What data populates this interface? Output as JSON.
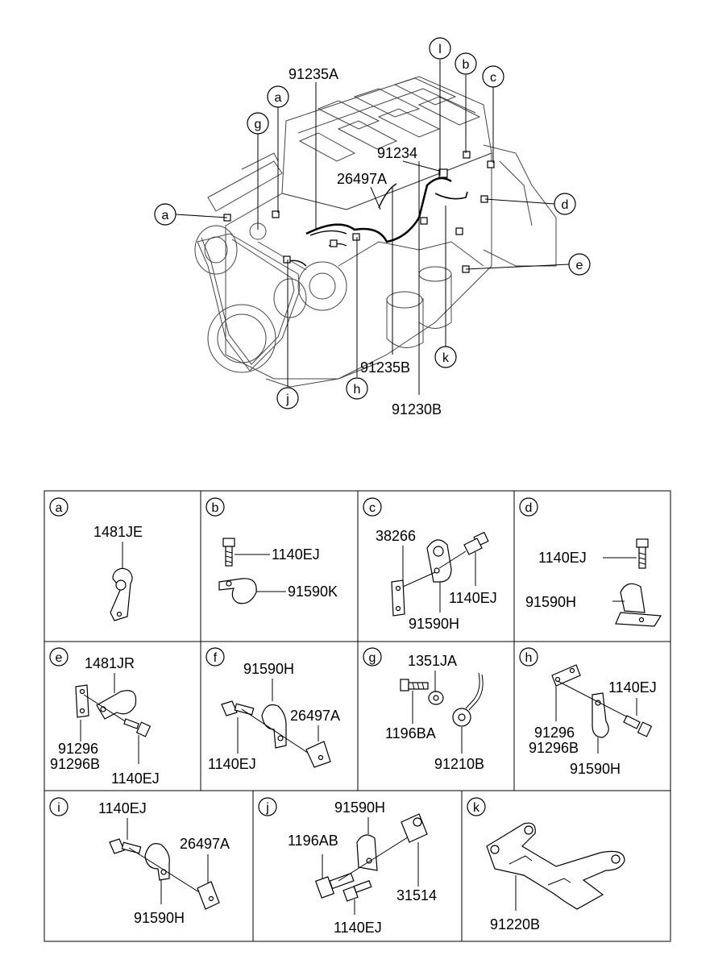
{
  "engine_callouts": {
    "l": "l",
    "b": "b",
    "c": "c",
    "a_top": "a",
    "g": "g",
    "a_left": "a",
    "d": "d",
    "e": "e",
    "k": "k",
    "j": "j",
    "h": "h"
  },
  "engine_labels": {
    "p91235A": "91235A",
    "p91234": "91234",
    "p26497A": "26497A",
    "p91235B": "91235B",
    "p91230B": "91230B"
  },
  "cells": {
    "a": {
      "letter": "a",
      "labels": [
        "1481JE"
      ]
    },
    "b": {
      "letter": "b",
      "labels": [
        "1140EJ",
        "91590K"
      ]
    },
    "c": {
      "letter": "c",
      "labels": [
        "38266",
        "1140EJ",
        "91590H"
      ]
    },
    "d": {
      "letter": "d",
      "labels": [
        "1140EJ",
        "91590H"
      ]
    },
    "e": {
      "letter": "e",
      "labels": [
        "1481JR",
        "91296",
        "91296B",
        "1140EJ"
      ]
    },
    "f": {
      "letter": "f",
      "labels": [
        "91590H",
        "26497A",
        "1140EJ"
      ]
    },
    "g": {
      "letter": "g",
      "labels": [
        "1351JA",
        "1196BA",
        "91210B"
      ]
    },
    "h": {
      "letter": "h",
      "labels": [
        "1140EJ",
        "91296",
        "91296B",
        "91590H"
      ]
    },
    "i": {
      "letter": "i",
      "labels": [
        "1140EJ",
        "26497A",
        "91590H"
      ]
    },
    "j": {
      "letter": "j",
      "labels": [
        "91590H",
        "1196AB",
        "31514",
        "1140EJ"
      ]
    },
    "k": {
      "letter": "k",
      "labels": [
        "91220B"
      ]
    }
  }
}
